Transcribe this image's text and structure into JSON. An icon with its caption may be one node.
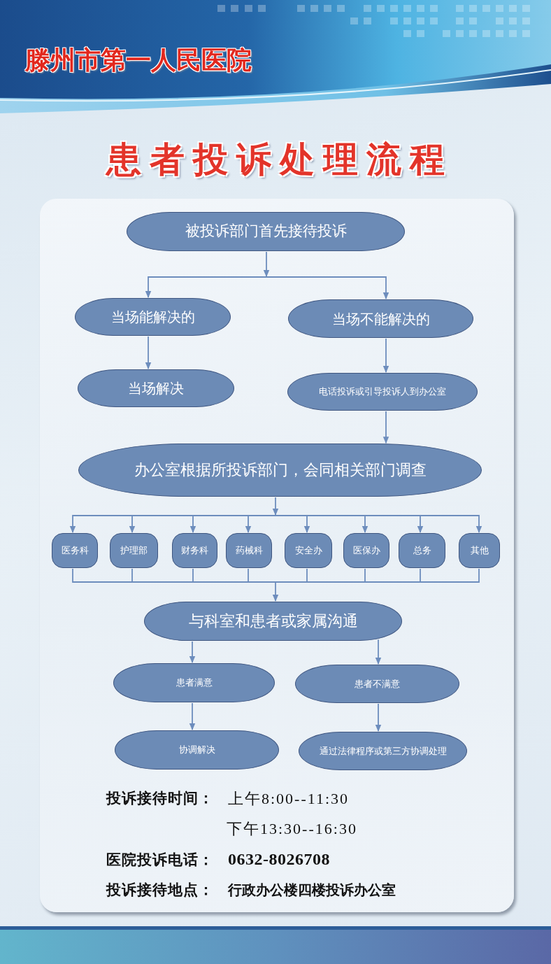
{
  "diagram": {
    "title": "患者投诉处理流程",
    "nodes": [
      {
        "text": [
          "被投诉部门首先接待投诉"
        ]
      },
      {
        "text": [
          "当场能解决的"
        ]
      },
      {
        "text": [
          "当场不能解决的"
        ]
      },
      {
        "text": [
          "当场解决"
        ]
      },
      {
        "text": [
          "电话投诉或引导投诉人到办公室"
        ]
      },
      {
        "text": [
          "办公室根据所投诉部门，会同相关部门调查"
        ]
      },
      {
        "text": [
          "医务科"
        ]
      },
      {
        "text": [
          "护理部"
        ]
      },
      {
        "text": [
          "财务科"
        ]
      },
      {
        "text": [
          "药械科"
        ]
      },
      {
        "text": [
          "安全办"
        ]
      },
      {
        "text": [
          "医保办"
        ]
      },
      {
        "text": [
          "总务"
        ]
      },
      {
        "text": [
          "其他"
        ]
      },
      {
        "text": [
          "与科室和患者或家属沟通"
        ]
      },
      {
        "text": [
          "患者满意"
        ]
      },
      {
        "text": [
          "患者不满意"
        ]
      },
      {
        "text": [
          "协调解决"
        ]
      },
      {
        "text": [
          "通过法律程序或第三方协调处理"
        ]
      }
    ],
    "edges": [
      {
        "from": 0,
        "to": 1,
        "arrow": "to"
      },
      {
        "from": 0,
        "to": 2,
        "arrow": "to"
      },
      {
        "from": 1,
        "to": 3,
        "arrow": "to"
      },
      {
        "from": 2,
        "to": 4,
        "arrow": "to"
      },
      {
        "from": 4,
        "to": 5,
        "arrow": "to"
      },
      {
        "from": 5,
        "to": 6,
        "arrow": "to"
      },
      {
        "from": 5,
        "to": 7,
        "arrow": "to"
      },
      {
        "from": 5,
        "to": 8,
        "arrow": "to"
      },
      {
        "from": 5,
        "to": 9,
        "arrow": "to"
      },
      {
        "from": 5,
        "to": 10,
        "arrow": "to"
      },
      {
        "from": 5,
        "to": 11,
        "arrow": "to"
      },
      {
        "from": 5,
        "to": 12,
        "arrow": "to"
      },
      {
        "from": 5,
        "to": 13,
        "arrow": "to"
      },
      {
        "from": 6,
        "to": 14,
        "arrow": "to"
      },
      {
        "from": 7,
        "to": 14,
        "arrow": "to"
      },
      {
        "from": 8,
        "to": 14,
        "arrow": "to"
      },
      {
        "from": 9,
        "to": 14,
        "arrow": "to"
      },
      {
        "from": 10,
        "to": 14,
        "arrow": "to"
      },
      {
        "from": 11,
        "to": 14,
        "arrow": "to"
      },
      {
        "from": 12,
        "to": 14,
        "arrow": "to"
      },
      {
        "from": 13,
        "to": 14,
        "arrow": "to"
      },
      {
        "from": 14,
        "to": 15,
        "arrow": "to"
      },
      {
        "from": 14,
        "to": 16,
        "arrow": "to"
      },
      {
        "from": 15,
        "to": 17,
        "arrow": "to"
      },
      {
        "from": 16,
        "to": 18,
        "arrow": "to"
      }
    ],
    "labels": [
      "滕州市第一人民医院",
      "投诉接待时间：",
      "上午8:00--11:30",
      "下午13:30--16:30",
      "医院投诉电话：",
      "0632-8026708",
      "投诉接待地点：",
      "行政办公楼四楼投诉办公室"
    ]
  }
}
